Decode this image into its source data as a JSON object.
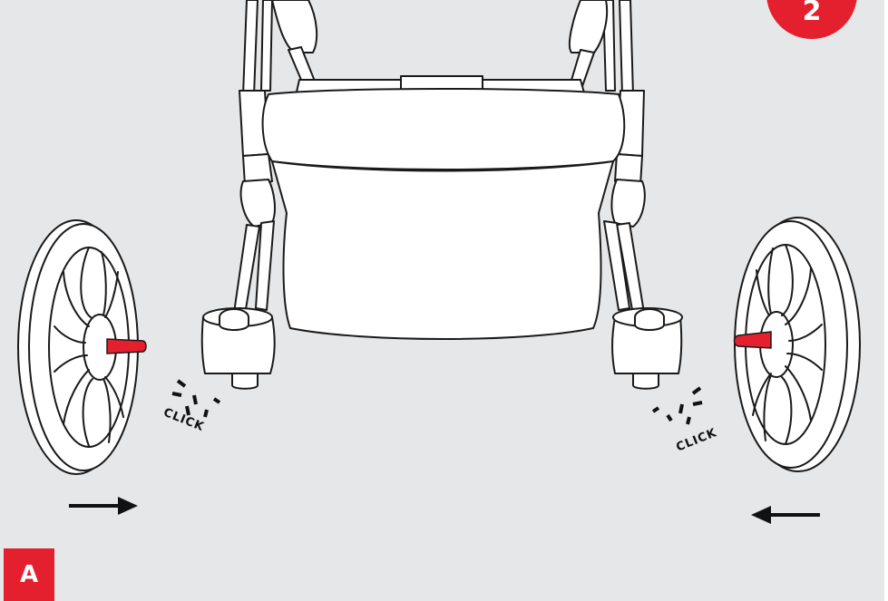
{
  "step_number": "2",
  "panel_label": "A",
  "click_left": "CLICK",
  "click_right": "CLICK",
  "colors": {
    "background": "#e6e7e8",
    "accent_red": "#e5202e",
    "line": "#1a1a1a",
    "fill": "#ffffff"
  }
}
